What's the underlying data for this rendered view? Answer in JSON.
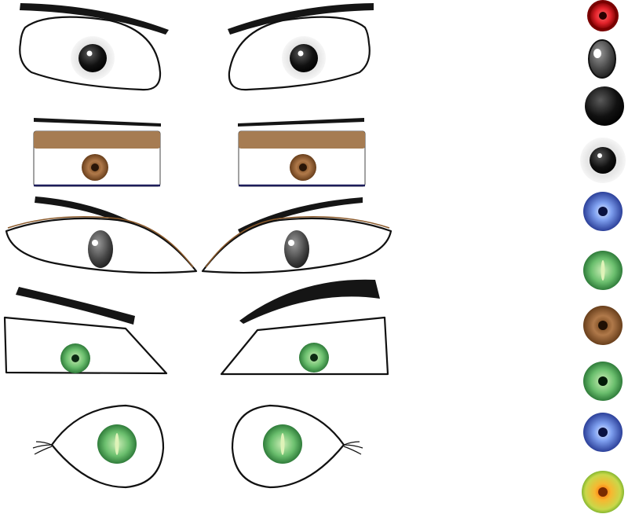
{
  "canvas": {
    "background": "#ffffff"
  },
  "eye_pairs": [
    {
      "id": "angry-oval",
      "iris": "black",
      "pupil": "#000000",
      "has_brows": true
    },
    {
      "id": "brown-lid",
      "iris": "brown",
      "pupil": "#2a1608",
      "has_brows": true,
      "lid_color": "#a67c52",
      "lower_line_color": "#1c1c5a"
    },
    {
      "id": "almond-sly",
      "iris": "grey",
      "pupil": "#111111",
      "has_brows": true
    },
    {
      "id": "trapezoid",
      "iris": "green",
      "pupil": "#0c2a12",
      "has_brows": true
    },
    {
      "id": "cat-eye",
      "iris": "green",
      "pupil": "#c6e7a0",
      "has_brows": false,
      "slit_pupil": true
    }
  ],
  "iris_palette": [
    {
      "name": "red",
      "outer": "#7a0000",
      "inner": "#e3232b",
      "pupil": "#2a0000",
      "style": "ring"
    },
    {
      "name": "grey-oval",
      "outer": "#1b1b1b",
      "inner": "#6d6d6d",
      "pupil": "#000000",
      "style": "oval"
    },
    {
      "name": "black",
      "outer": "#000000",
      "inner": "#3a3a3a",
      "pupil": "#000000",
      "style": "plain"
    },
    {
      "name": "black-white",
      "outer": "#111111",
      "inner": "#2d2d2d",
      "pupil": "#000000",
      "style": "ringed"
    },
    {
      "name": "blue",
      "outer": "#1d2f8a",
      "inner": "#7fa0f0",
      "pupil": "#0a1240",
      "style": "ring"
    },
    {
      "name": "green-slit",
      "outer": "#2c7a35",
      "inner": "#a8d88a",
      "pupil": "#dff3b8",
      "style": "slit"
    },
    {
      "name": "brown",
      "outer": "#4a2a0e",
      "inner": "#a9743e",
      "pupil": "#1f1004",
      "style": "ring"
    },
    {
      "name": "green",
      "outer": "#206b2d",
      "inner": "#8ccf86",
      "pupil": "#031a08",
      "style": "ring"
    },
    {
      "name": "blue-2",
      "outer": "#1d2f8a",
      "inner": "#86a7f2",
      "pupil": "#0a1240",
      "style": "ring"
    },
    {
      "name": "orange",
      "outer": "#5fa320",
      "inner": "#f7b730",
      "pupil": "#7a2a00",
      "style": "ring"
    }
  ]
}
